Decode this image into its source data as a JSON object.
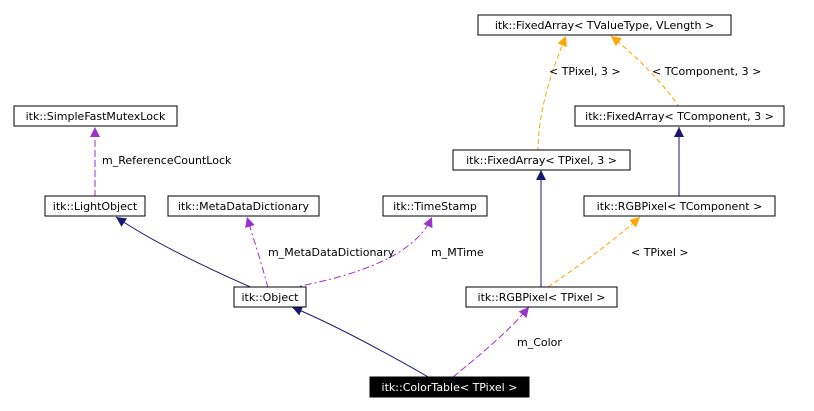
{
  "diagram": {
    "nodes": {
      "fixedarray_tvaluetype": {
        "label": "itk::FixedArray< TValueType, VLength >"
      },
      "simplefastmutexlock": {
        "label": "itk::SimpleFastMutexLock"
      },
      "fixedarray_tcomponent": {
        "label": "itk::FixedArray< TComponent, 3 >"
      },
      "fixedarray_tpixel": {
        "label": "itk::FixedArray< TPixel, 3 >"
      },
      "lightobject": {
        "label": "itk::LightObject"
      },
      "metadatadictionary": {
        "label": "itk::MetaDataDictionary"
      },
      "timestamp": {
        "label": "itk::TimeStamp"
      },
      "rgbpixel_tcomponent": {
        "label": "itk::RGBPixel< TComponent >"
      },
      "object": {
        "label": "itk::Object"
      },
      "rgbpixel_tpixel": {
        "label": "itk::RGBPixel< TPixel >"
      },
      "colortable": {
        "label": "itk::ColorTable< TPixel >"
      }
    },
    "edge_labels": {
      "tpixel3": "< TPixel, 3 >",
      "tcomponent3": "< TComponent, 3 >",
      "reference_count_lock": "m_ReferenceCountLock",
      "meta_data_dictionary": "m_MetaDataDictionary",
      "mtime": "m_MTime",
      "tpixel": "< TPixel >",
      "color": "m_Color"
    },
    "colors": {
      "inheritance": "#191970",
      "usage": "#9a32cd",
      "template": "#ffa500"
    }
  }
}
